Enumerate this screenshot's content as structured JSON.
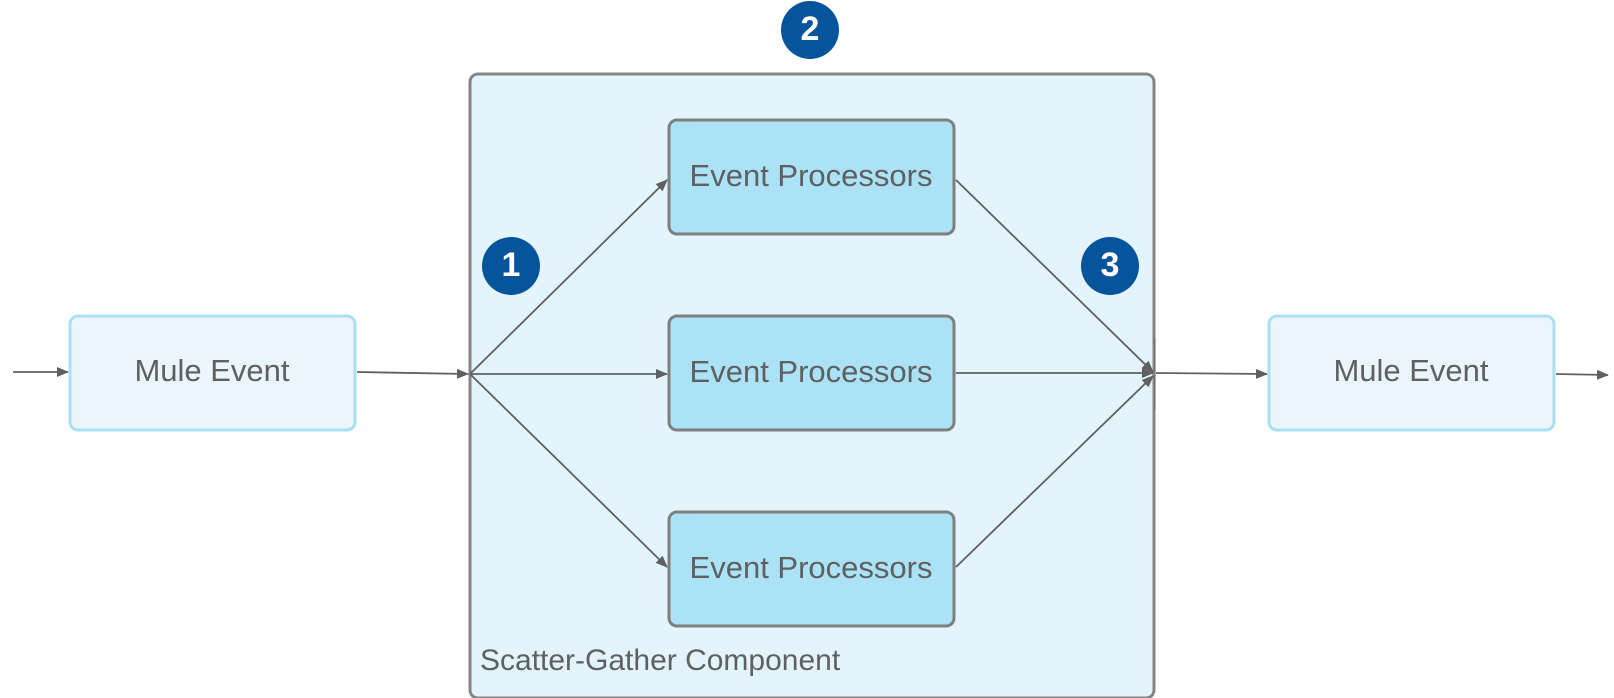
{
  "diagram": {
    "input_event": {
      "label": "Mule Event"
    },
    "output_event": {
      "label": "Mule Event"
    },
    "container": {
      "label": "Scatter-Gather Component"
    },
    "routes": [
      {
        "label": "Event Processors"
      },
      {
        "label": "Event Processors"
      },
      {
        "label": "Event Processors"
      }
    ],
    "badges": [
      {
        "number": "1"
      },
      {
        "number": "2"
      },
      {
        "number": "3"
      }
    ],
    "colors": {
      "container_fill": "#e3f4fc",
      "container_stroke": "#858585",
      "event_fill": "#eaf6fc",
      "event_stroke": "#a9e0f2",
      "processor_fill": "#abe2f5",
      "processor_stroke": "#7f7f7f",
      "badge_fill": "#06549b",
      "arrow": "#5f6062",
      "text": "#5f6062"
    }
  }
}
